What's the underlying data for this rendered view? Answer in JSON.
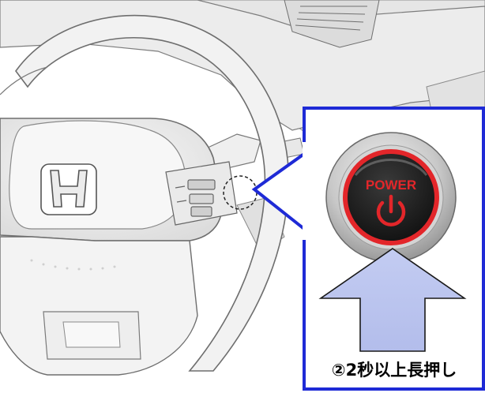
{
  "button": {
    "label": "POWER",
    "ring_color": "#e3262a",
    "label_color": "#e3262a",
    "icon": "power-icon"
  },
  "callout": {
    "caption": "②2秒以上長押し",
    "border_color": "#1e2ad6",
    "arrow_color": "#b9c3ee"
  },
  "emblem": {
    "icon": "honda-h-emblem"
  }
}
